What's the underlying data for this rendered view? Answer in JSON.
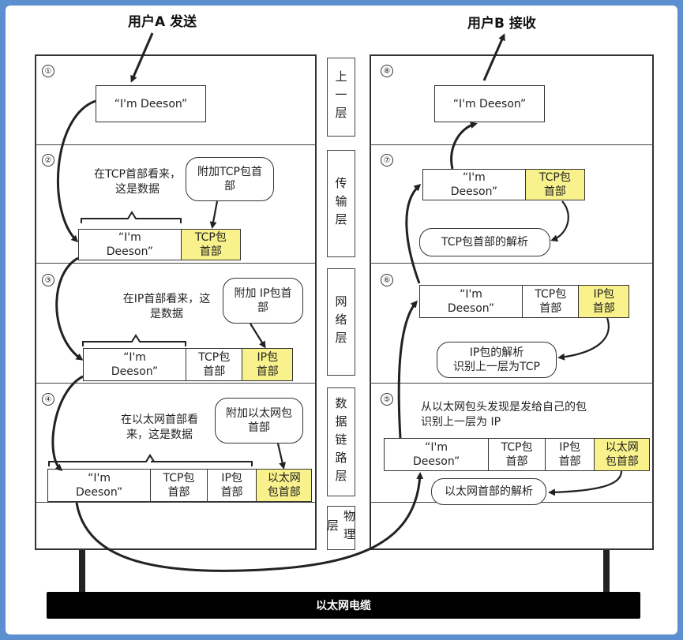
{
  "titles": {
    "sender": "用户A 发送",
    "receiver": "用户B 接收"
  },
  "layers": {
    "upper": "上一层",
    "transport": "传输层",
    "network": "网络层",
    "datalink": "数据链路层",
    "physical": "物理层"
  },
  "steps": [
    "①",
    "②",
    "③",
    "④",
    "⑤",
    "⑥",
    "⑦",
    "⑧"
  ],
  "data_text": "“I'm Deeson”",
  "data_text_l1": "“I'm",
  "data_text_l2": "Deeson”",
  "tcp_header": {
    "l1": "TCP包",
    "l2": "首部"
  },
  "ip_header": {
    "l1": "IP包",
    "l2": "首部"
  },
  "eth_header": {
    "l1": "以太网",
    "l2": "包首部"
  },
  "left": {
    "tcp_note": {
      "l1": "在TCP首部看来，",
      "l2": "这是数据"
    },
    "tcp_bubble": {
      "l1": "附加TCP包首",
      "l2": "部"
    },
    "ip_note": {
      "l1": "在IP首部看来，这",
      "l2": "是数据"
    },
    "ip_bubble": {
      "l1": "附加 IP包首",
      "l2": "部"
    },
    "eth_note": {
      "l1": "在以太网首部看",
      "l2": "来，这是数据"
    },
    "eth_bubble": {
      "l1": "附加以太网包",
      "l2": "首部"
    }
  },
  "right": {
    "tcp_parse": "TCP包首部的解析",
    "ip_parse": {
      "l1": "IP包的解析",
      "l2": "识别上一层为TCP"
    },
    "eth_note": {
      "l1": "从以太网包头发现是发给自己的包",
      "l2": "识别上一层为 IP"
    },
    "eth_parse": "以太网首部的解析"
  },
  "cable": "以太网电缆",
  "colors": {
    "header_fill": "#f9f28c",
    "frame": "#5b8fd0"
  }
}
